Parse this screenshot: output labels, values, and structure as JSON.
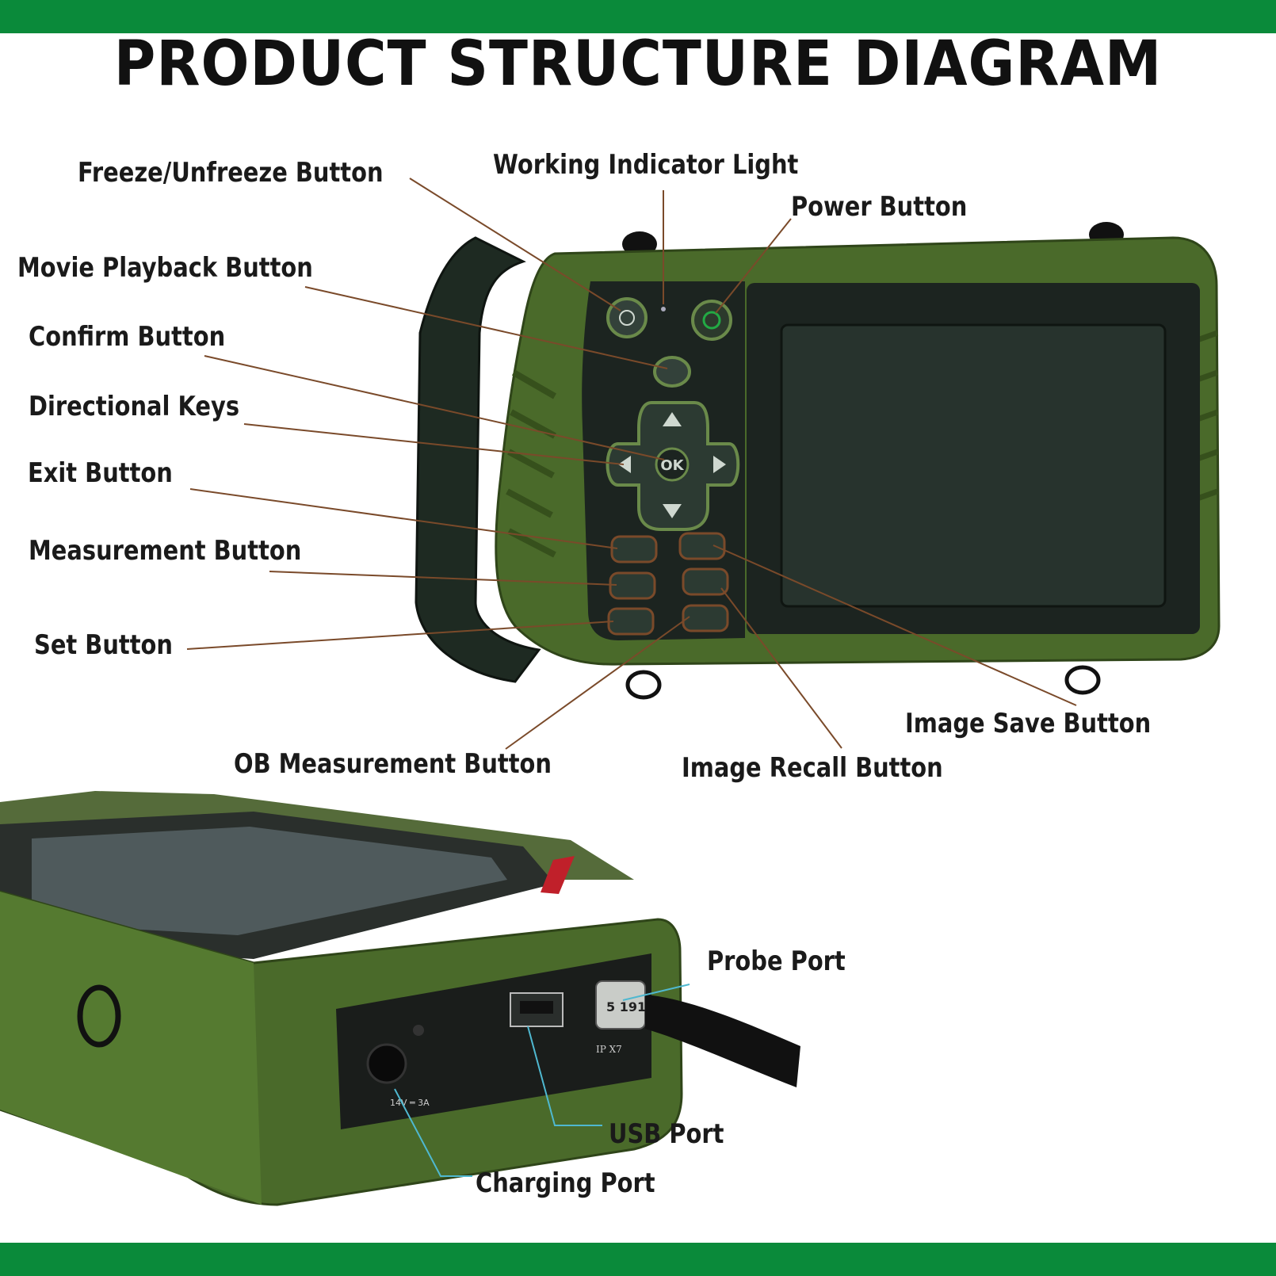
{
  "title": "PRODUCT STRUCTURE DIAGRAM",
  "colors": {
    "band": "#0a8a3a",
    "device_body": "#4a6a2a",
    "device_dark": "#1c2420",
    "leader_top": "#7a4a2a",
    "leader_bottom": "#4fb8d0"
  },
  "labels": {
    "freeze": "Freeze/Unfreeze Button",
    "working_light": "Working Indicator Light",
    "power": "Power Button",
    "movie": "Movie Playback Button",
    "confirm": "Confirm Button",
    "directional": "Directional Keys",
    "exit": "Exit Button",
    "measurement": "Measurement Button",
    "set": "Set Button",
    "ob_measurement": "OB Measurement Button",
    "image_recall": "Image Recall Button",
    "image_save": "Image Save Button",
    "probe_port": "Probe Port",
    "usb_port": "USB Port",
    "charging_port": "Charging Port"
  },
  "device_print": {
    "ok_key": "OK",
    "power_rating": "14V ═ 3A",
    "ip_rating": "IP X7",
    "probe_serial": "5 191"
  }
}
